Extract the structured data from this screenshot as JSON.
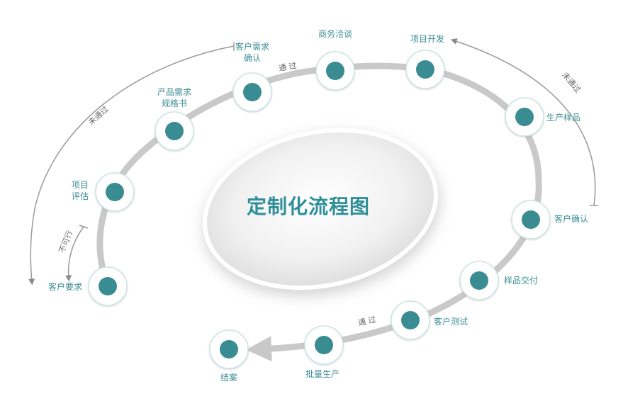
{
  "title": "定制化流程图",
  "nodes": {
    "customer_request": "客户要求",
    "project_eval": [
      "项目",
      "评估"
    ],
    "product_spec": [
      "产品需求",
      "规格书"
    ],
    "customer_need_confirm": [
      "客户需求",
      "确认"
    ],
    "business_talk": "商务洽谈",
    "project_dev": "项目开发",
    "sample_production": "生产样品",
    "customer_confirm": "客户确认",
    "sample_delivery": "样品交付",
    "customer_test": "客户测试",
    "mass_production": "批量生产",
    "case_closed": "结案"
  },
  "flow_labels": {
    "pass_top": "通 过",
    "pass_bottom": "通 过",
    "not_pass_left": "未通过",
    "not_pass_right": "未通过",
    "not_feasible": "不可行"
  },
  "colors": {
    "node_fill": "#3a8c93",
    "label_text": "#3d8e96",
    "title_text": "#2f8f99",
    "track": "#c8c8c8"
  }
}
